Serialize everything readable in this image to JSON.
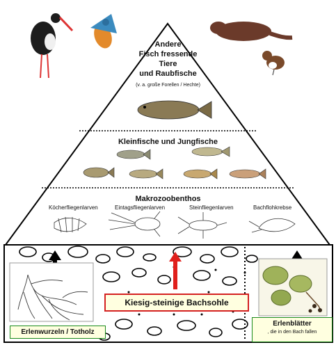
{
  "top": {
    "line1": "Andere",
    "line2": "Fisch fressende",
    "line3": "Tiere",
    "line4": "und Raubfische",
    "note": "(v. a. große Forellen / Hechte)"
  },
  "middle": {
    "title": "Kleinfische und Jungfische"
  },
  "bottom": {
    "title": "Makrozoobenthos",
    "groups": [
      "Köcherfliegenlarven",
      "Eintagsfliegenlarven",
      "Steinfliegenlarven",
      "Bachflohkrebse"
    ]
  },
  "ground": {
    "center_label": "Kiesig-steinige Bachsohle",
    "left_label": "Erlenwurzeln / Totholz",
    "right_title": "Erlenblätter",
    "right_sub": ", die in den Bach fallen"
  },
  "colors": {
    "arrow_up": "#e0201c",
    "box_border": "#1b8a1b",
    "center_border": "#d42020"
  }
}
